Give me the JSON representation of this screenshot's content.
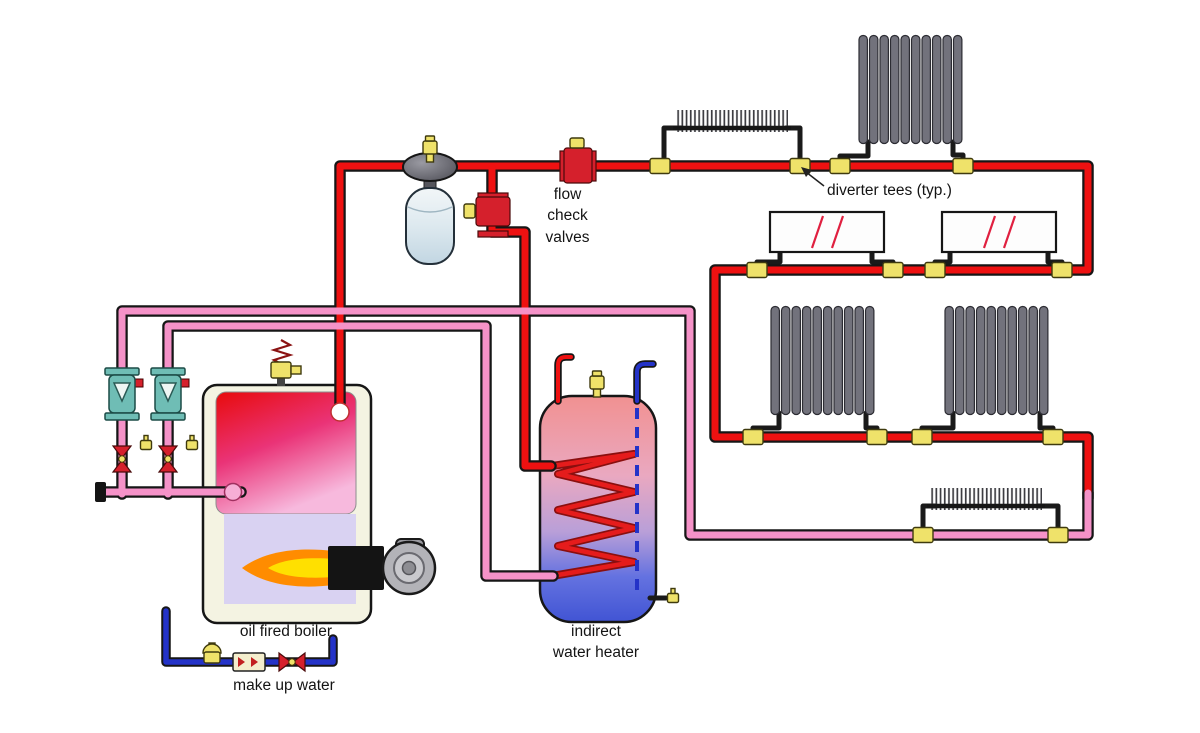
{
  "diagram": {
    "labels": {
      "flow_check_valves": "flow\ncheck\nvalves",
      "diverter_tees": "diverter tees (typ.)",
      "oil_fired_boiler": "oil fired boiler",
      "indirect_water_heater": "indirect\nwater heater",
      "make_up_water": "make up water"
    },
    "colors": {
      "supply-pipe": "#ee1111",
      "return-pipe": "#f592c8",
      "cold-pipe": "#2433c8",
      "pipe-outline": "#161616",
      "fitting-yellow": "#efe26a",
      "pump-teal": "#6fbdb5",
      "radiator-gray": "#72727c"
    }
  }
}
